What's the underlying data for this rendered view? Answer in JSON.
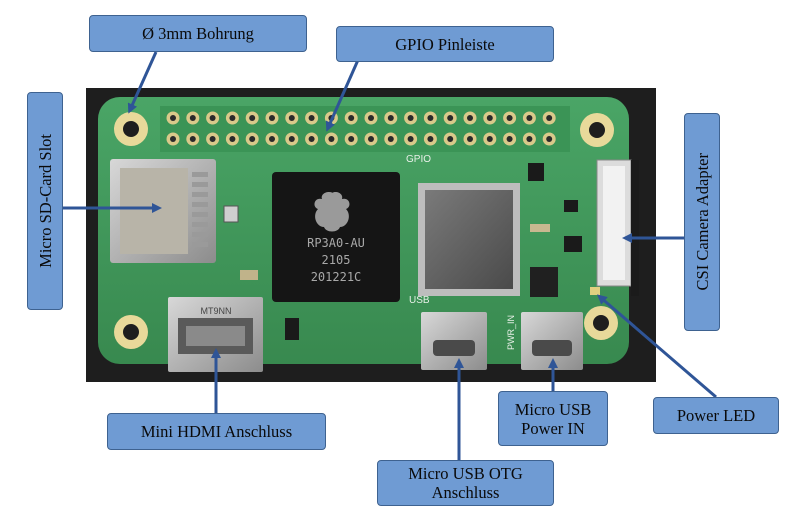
{
  "labels": {
    "hole": "Ø 3mm Bohrung",
    "gpio_header": "GPIO Pinleiste",
    "sd_slot": "Micro SD-Card Slot",
    "csi": "CSI Camera Adapter",
    "hdmi": "Mini HDMI Anschluss",
    "usb_power": "Micro USB Power IN",
    "usb_otg": "Micro USB OTG Anschluss",
    "power_led": "Power LED"
  },
  "board_text": {
    "gpio": "GPIO",
    "usb": "USB",
    "pwr_in": "PWR_IN",
    "chip_model": "RP3A0-AU",
    "chip_line2": "2105",
    "chip_line3": "201221C",
    "hdmi_mark": "MT9NN"
  },
  "colors": {
    "label_fill": "#6f9bd3",
    "label_border": "#3e6290",
    "arrow": "#2f5597",
    "board": "#3f9a5a",
    "background": "#1e1e1e"
  }
}
